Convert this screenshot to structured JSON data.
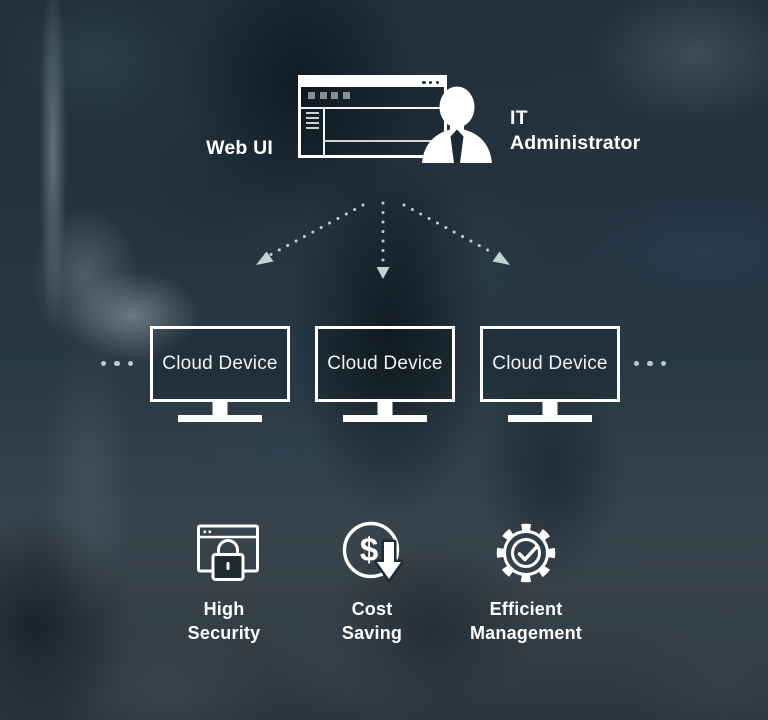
{
  "diagram": {
    "title_context": "cloud-device-management-infographic",
    "admin": {
      "web_ui_label": "Web UI",
      "role_line1": "IT",
      "role_line2": "Administrator"
    },
    "devices": {
      "label": "Cloud Device",
      "count_shown": 3,
      "more_indicator": "ellipsis-dots"
    },
    "icons": {
      "browser_window": "browser-window-icon",
      "admin_person": "it-administrator-silhouette-icon",
      "security": "browser-lock-icon",
      "cost": "dollar-down-arrow-icon",
      "management": "gear-check-icon",
      "currency_symbol": "$"
    },
    "features": [
      {
        "label_line1": "High",
        "label_line2": "Security"
      },
      {
        "label_line1": "Cost",
        "label_line2": "Saving"
      },
      {
        "label_line1": "Efficient",
        "label_line2": "Management"
      }
    ],
    "colors": {
      "icon_white": "#ffffff",
      "background_base": "#27343c",
      "arrow_dot": "#d3dde2",
      "ellipsis_dot": "#bdc7cc",
      "tie_dark": "#1c2931"
    }
  }
}
